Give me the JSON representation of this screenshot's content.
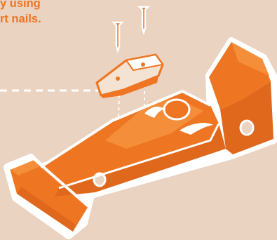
{
  "caption": {
    "lines": [
      "y using",
      "rt nails."
    ]
  },
  "colors": {
    "background": "#EAD3C1",
    "orange": "#EE7623",
    "orange_dark": "#E0681C",
    "orange_light": "#F58E3A",
    "outline": "#FFFFFF",
    "cream": "#F4E2D3"
  },
  "illustration": {
    "subject": "toy race car body with nose cone and two nails",
    "icons": [
      "car-body-icon",
      "nose-block-icon",
      "nail-icon",
      "dashed-guide-line-icon"
    ]
  }
}
